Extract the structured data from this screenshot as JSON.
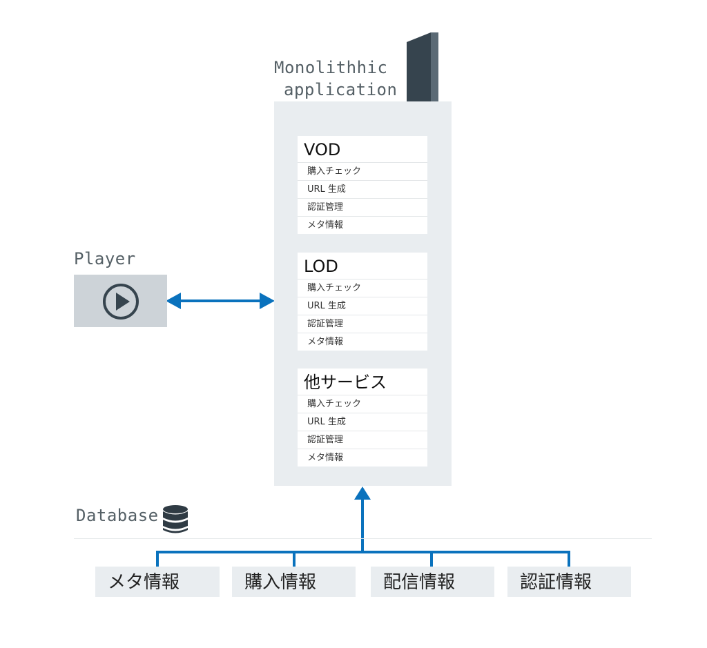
{
  "monolith": {
    "title_line1": "Monolithhic",
    "title_line2": "application",
    "services": [
      {
        "name": "VOD",
        "functions": [
          "購入チェック",
          "URL 生成",
          "認証管理",
          "メタ情報"
        ]
      },
      {
        "name": "LOD",
        "functions": [
          "購入チェック",
          "URL 生成",
          "認証管理",
          "メタ情報"
        ]
      },
      {
        "name": "他サービス",
        "functions": [
          "購入チェック",
          "URL 生成",
          "認証管理",
          "メタ情報"
        ]
      }
    ]
  },
  "player": {
    "label": "Player",
    "icon": "play-circle-icon"
  },
  "database": {
    "label": "Database",
    "icon": "database-icon",
    "stores": [
      "メタ情報",
      "購入情報",
      "配信情報",
      "認証情報"
    ]
  },
  "colors": {
    "arrow": "#0a72bd",
    "box": "#e9edf0",
    "player_box": "#cdd3d8",
    "server_dark": "#36444e",
    "text_mono": "#556066"
  }
}
